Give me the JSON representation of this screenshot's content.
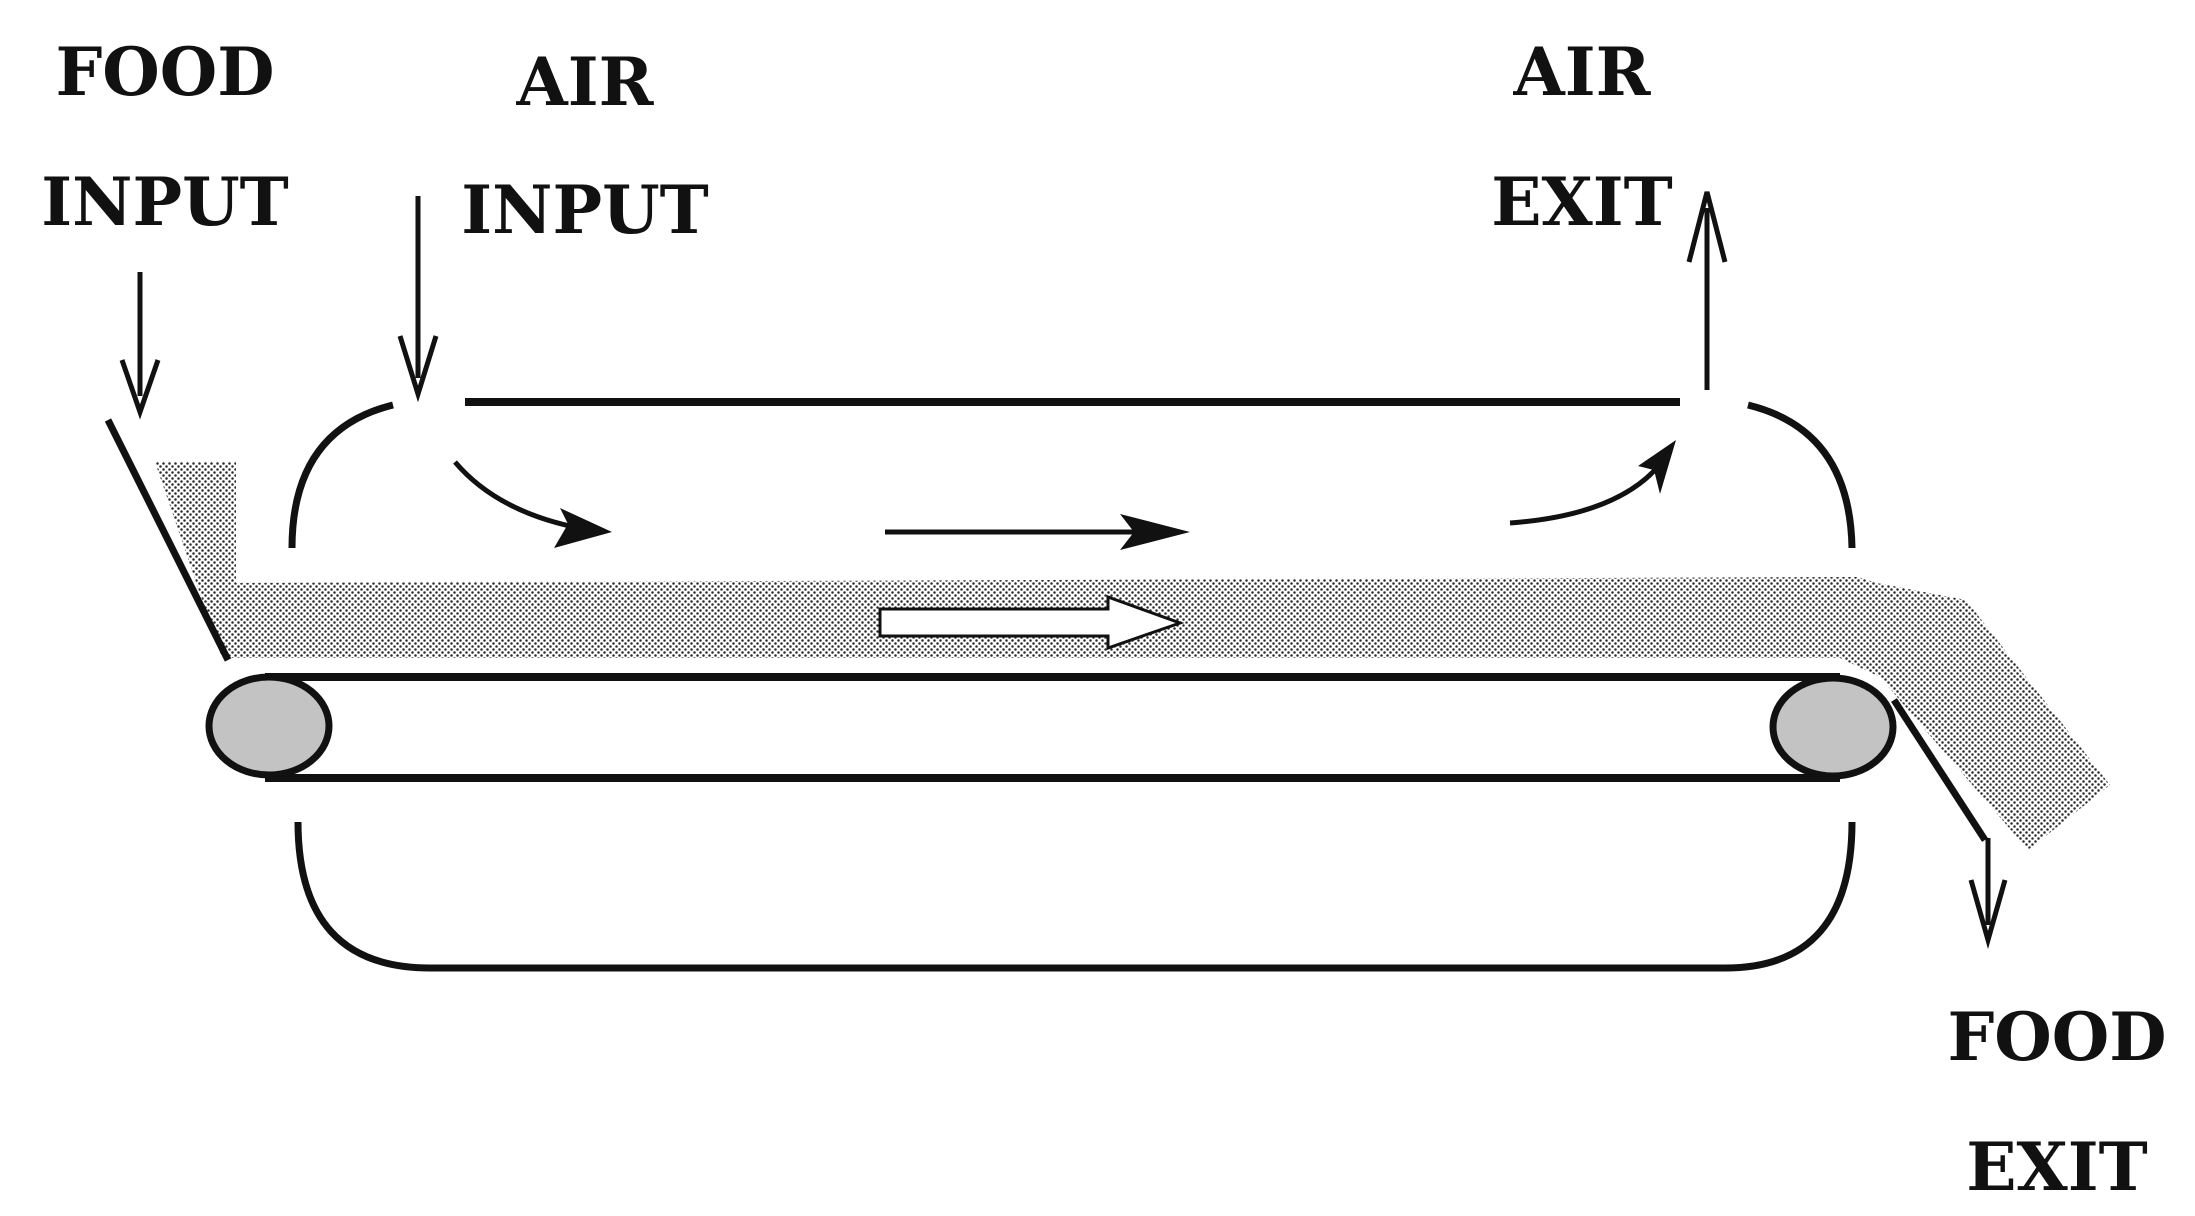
{
  "labels": {
    "food_input": [
      "FOOD",
      "INPUT"
    ],
    "air_input": [
      "AIR",
      "INPUT"
    ],
    "air_exit": [
      "AIR",
      "EXIT"
    ],
    "food_exit": [
      "FOOD",
      "EXIT"
    ]
  },
  "colors": {
    "stroke": "#111111",
    "roller_fill": "#c3c3c3",
    "food_dots": "#2a2a2a",
    "background": "#ffffff"
  }
}
